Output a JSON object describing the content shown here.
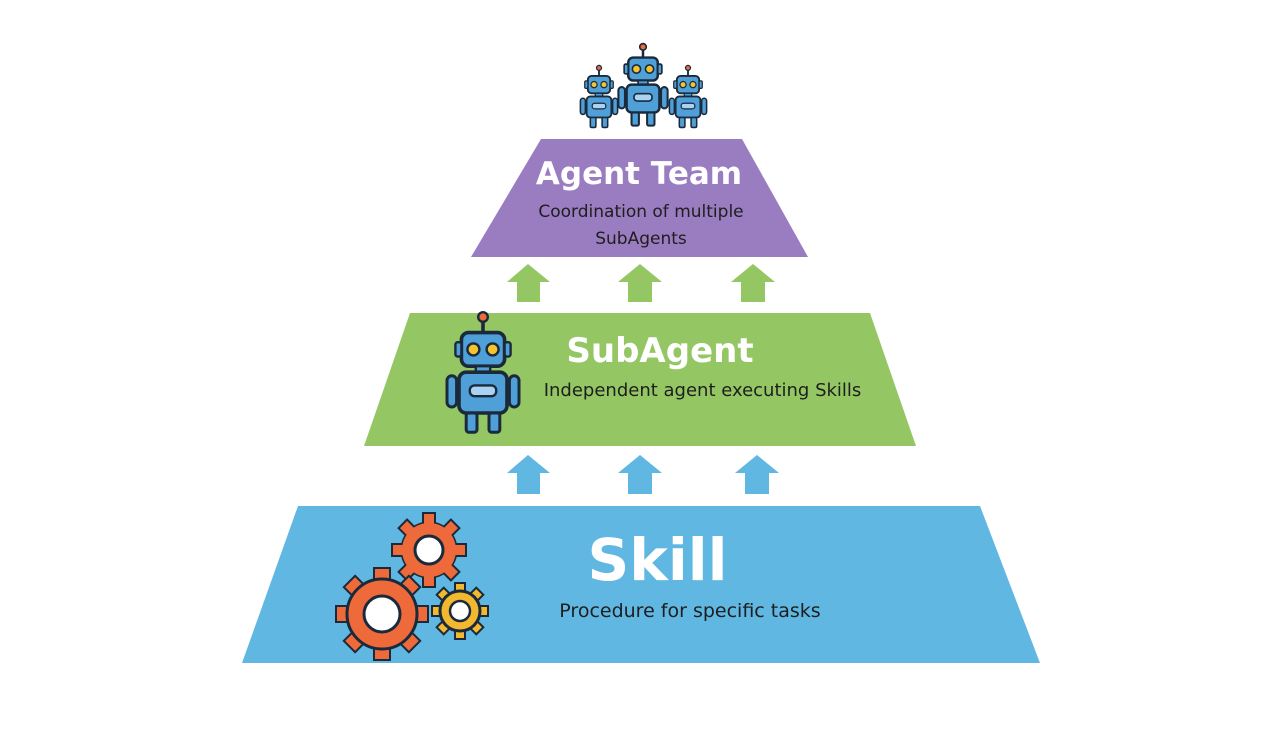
{
  "colors": {
    "top_tier": "#9a7cc0",
    "mid_tier": "#94c763",
    "bottom_tier": "#5fb7e2",
    "arrow_green": "#94c763",
    "arrow_blue": "#5fb7e2",
    "robot_body": "#4f9fd8",
    "robot_outline": "#1b2a3a",
    "robot_eye": "#f4c430",
    "gear_orange": "#ef6a3a",
    "gear_yellow": "#f2b830"
  },
  "tiers": {
    "top": {
      "title": "Agent Team",
      "desc": "Coordination of multiple SubAgents",
      "icon": "robot-team-icon"
    },
    "middle": {
      "title": "SubAgent",
      "desc": "Independent agent executing Skills",
      "icon": "robot-icon"
    },
    "bottom": {
      "title": "Skill",
      "desc": "Procedure for specific tasks",
      "icon": "gears-icon"
    }
  }
}
